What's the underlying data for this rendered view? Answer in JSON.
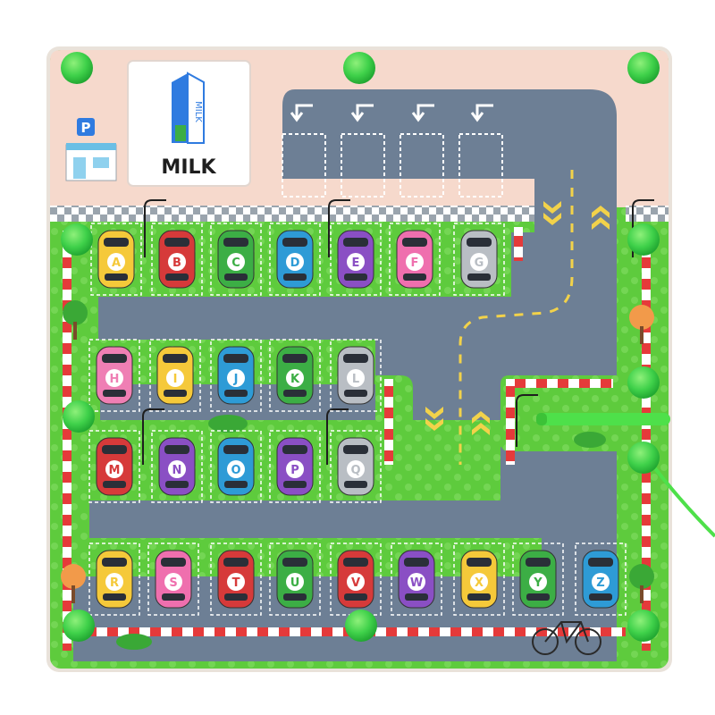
{
  "card": {
    "label": "MILK",
    "carton_text": "MILK"
  },
  "signs": {
    "parking": "P"
  },
  "colors": {
    "pink": "#f6d9cc",
    "grass": "#5ecb3d",
    "road": "#6d7f95",
    "checker": "#9aa4ad",
    "knob": "#3fd14a",
    "barrier_red": "#e53a3a"
  },
  "cars": [
    {
      "letter": "A",
      "color": "#f5c93a"
    },
    {
      "letter": "B",
      "color": "#d63a3a"
    },
    {
      "letter": "C",
      "color": "#3cae45"
    },
    {
      "letter": "D",
      "color": "#2e9bd6"
    },
    {
      "letter": "E",
      "color": "#8a4fc4"
    },
    {
      "letter": "F",
      "color": "#ef6fae"
    },
    {
      "letter": "G",
      "color": "#b9bec4"
    },
    {
      "letter": "H",
      "color": "#ef7fb4"
    },
    {
      "letter": "I",
      "color": "#f5c93a"
    },
    {
      "letter": "J",
      "color": "#2e9bd6"
    },
    {
      "letter": "K",
      "color": "#3cae45"
    },
    {
      "letter": "L",
      "color": "#b9bec4"
    },
    {
      "letter": "M",
      "color": "#d63a3a"
    },
    {
      "letter": "N",
      "color": "#8a4fc4"
    },
    {
      "letter": "O",
      "color": "#2e9bd6"
    },
    {
      "letter": "P",
      "color": "#8a4fc4"
    },
    {
      "letter": "Q",
      "color": "#b9bec4"
    },
    {
      "letter": "R",
      "color": "#f5c93a"
    },
    {
      "letter": "S",
      "color": "#ef6fae"
    },
    {
      "letter": "T",
      "color": "#d63a3a"
    },
    {
      "letter": "U",
      "color": "#3cae45"
    },
    {
      "letter": "V",
      "color": "#d63a3a"
    },
    {
      "letter": "W",
      "color": "#8a4fc4"
    },
    {
      "letter": "X",
      "color": "#f5c93a"
    },
    {
      "letter": "Y",
      "color": "#3cae45"
    },
    {
      "letter": "Z",
      "color": "#2e9bd6"
    }
  ],
  "icons": [
    "parking-sign-icon",
    "store-icon",
    "milk-carton-icon",
    "turn-arrow-icon",
    "street-lamp-icon",
    "tree-icon",
    "bush-icon",
    "bicycle-icon",
    "magnetic-pen-icon",
    "knob-icon"
  ]
}
